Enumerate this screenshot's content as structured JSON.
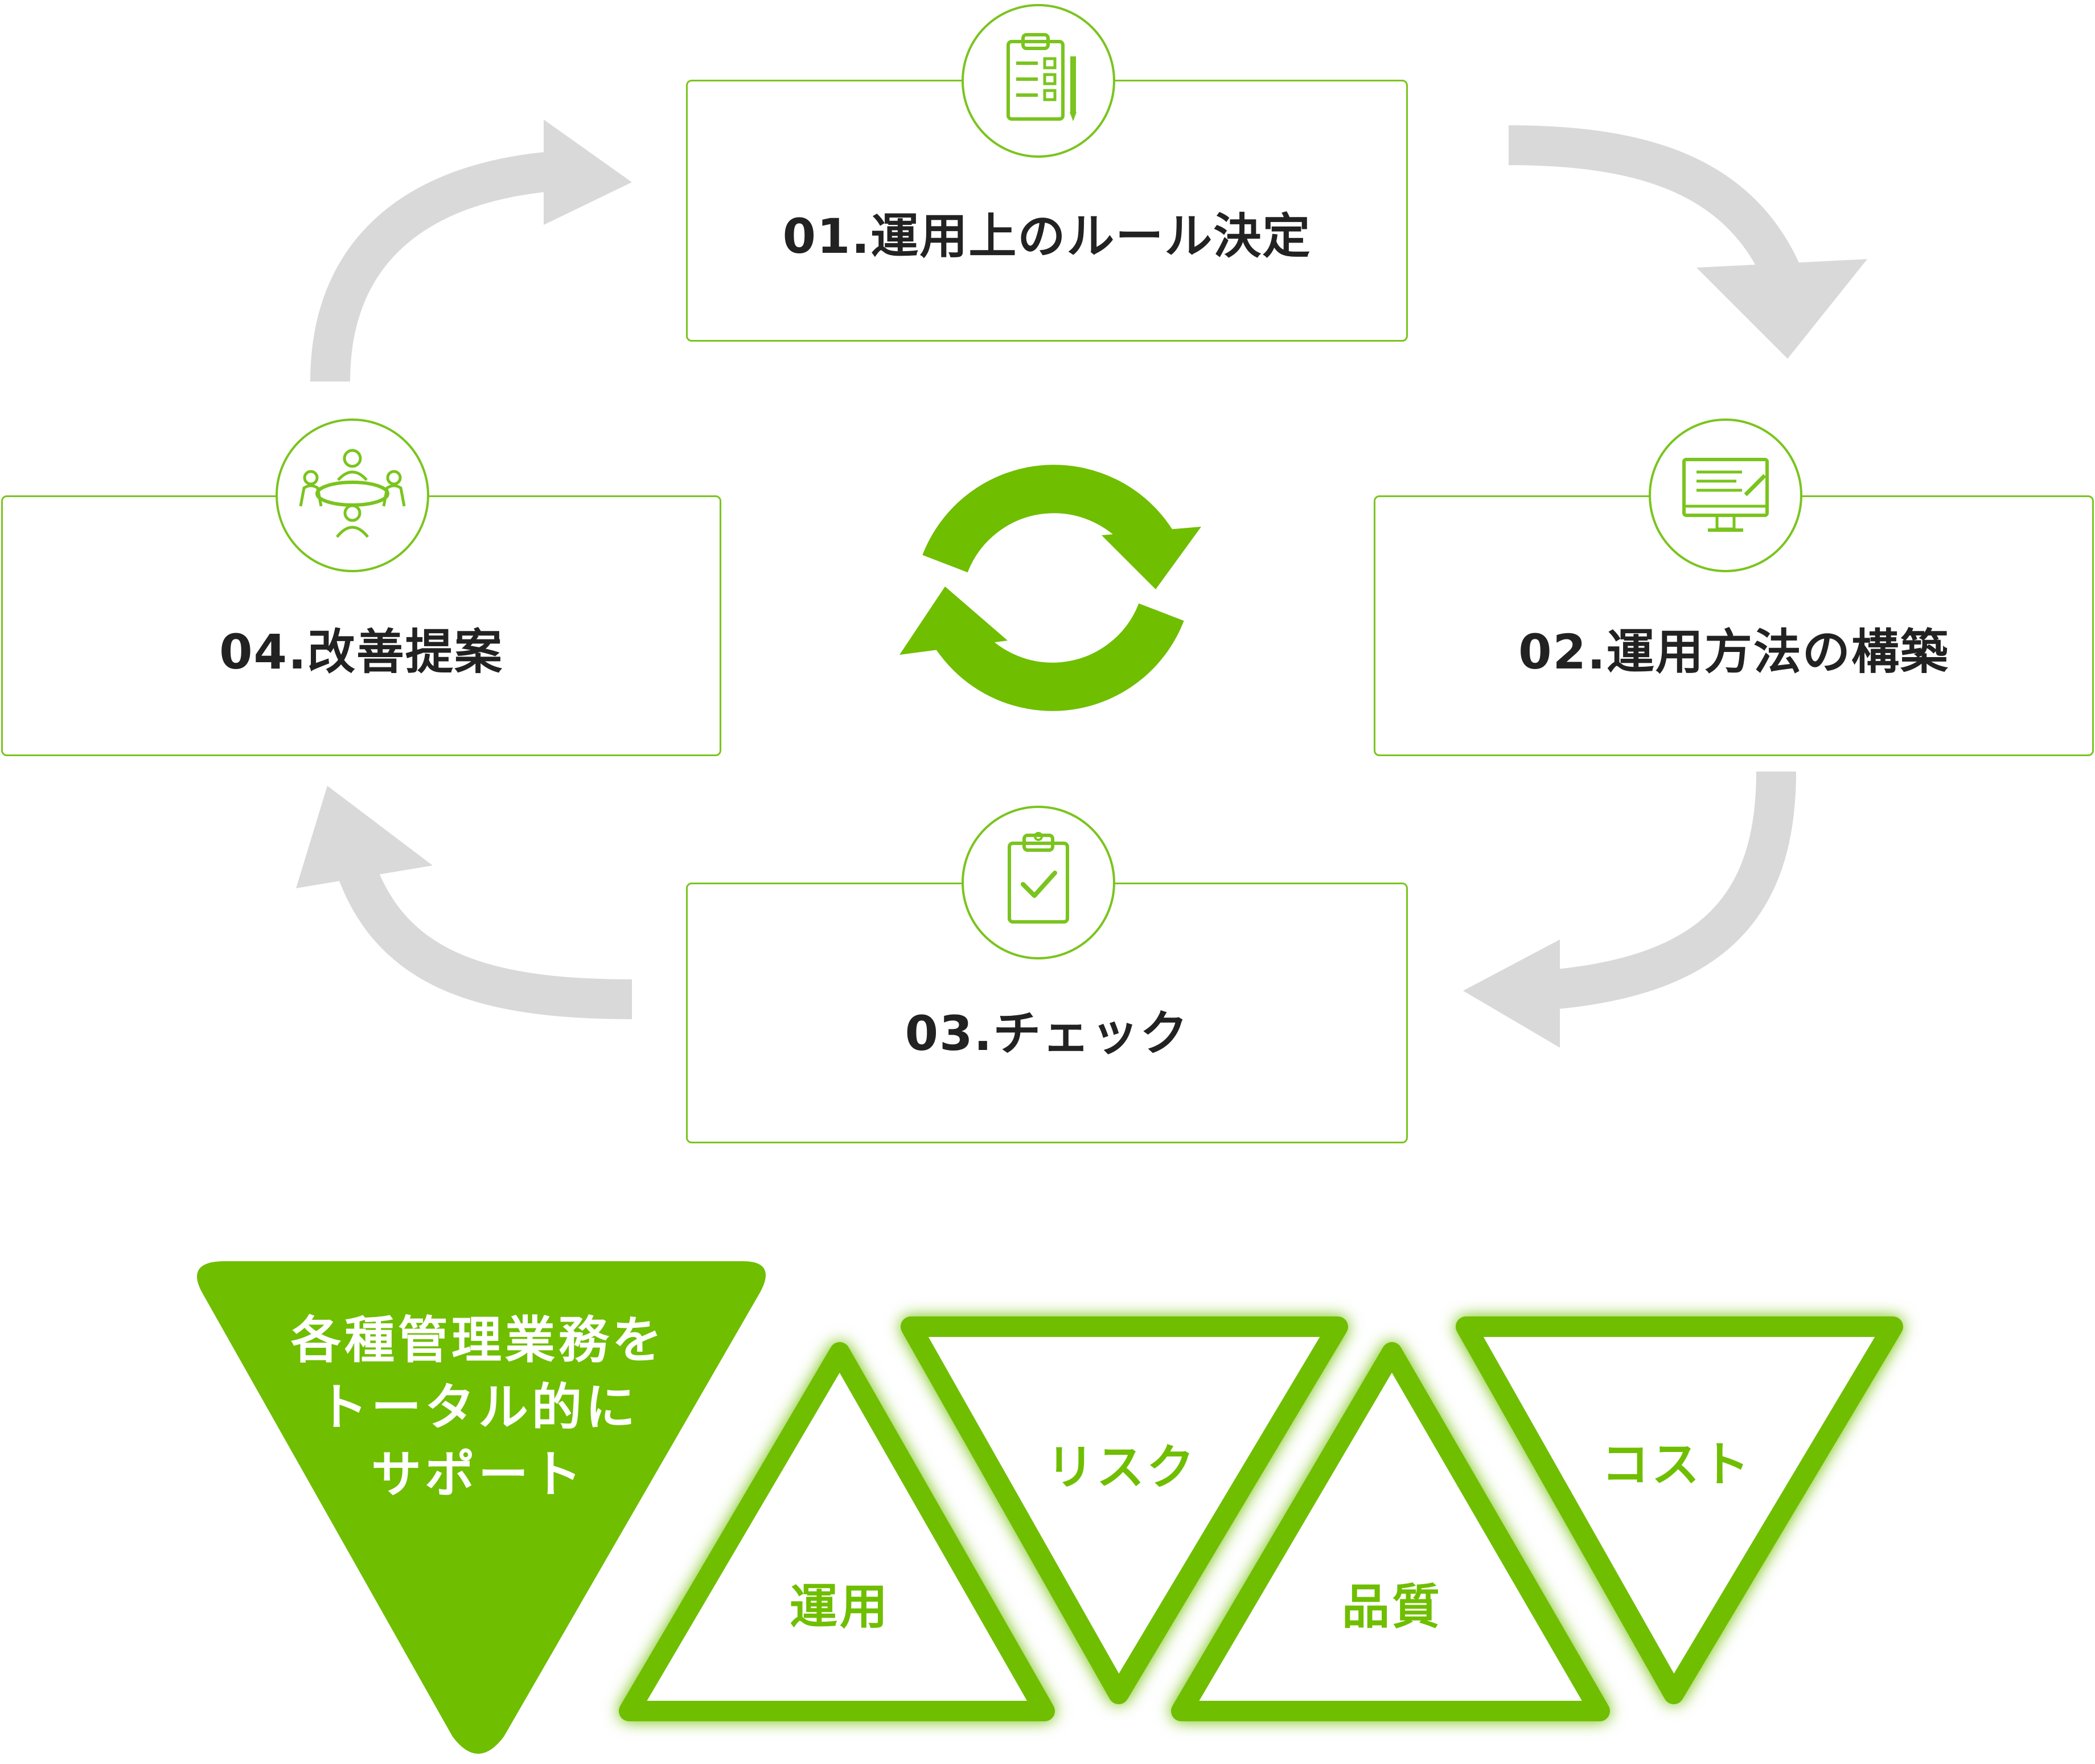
{
  "steps": [
    {
      "label": "01.運用上のルール決定",
      "icon": "clipboard-checklist-icon"
    },
    {
      "label": "02.運用方法の構築",
      "icon": "monitor-document-icon"
    },
    {
      "label": "03.チェック",
      "icon": "clipboard-check-icon"
    },
    {
      "label": "04.改善提案",
      "icon": "meeting-table-icon"
    }
  ],
  "center_icon": "refresh-cycle-icon",
  "banner": {
    "line1": "各種管理業務を",
    "line2": "トータル的に",
    "line3": "サポート"
  },
  "triangles": [
    "運用",
    "リスク",
    "品質",
    "コスト"
  ],
  "colors": {
    "accent": "#6fbe00",
    "arrow": "#d9d9d9",
    "text": "#222222"
  }
}
